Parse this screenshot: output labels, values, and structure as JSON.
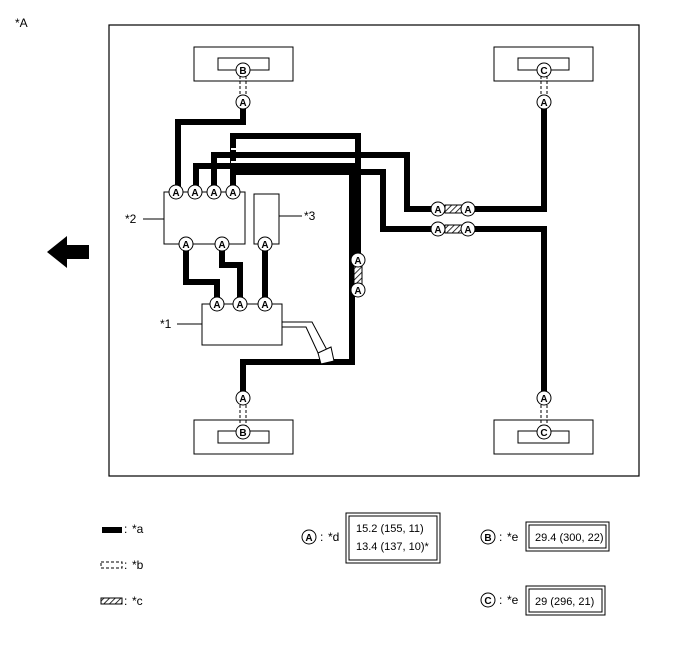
{
  "figure_label": "*A",
  "callouts": {
    "part_1": "*1",
    "part_2": "*2",
    "part_3": "*3"
  },
  "connector_letters": {
    "a": "A",
    "b": "B",
    "c": "C"
  },
  "legend": {
    "line_a_label": "*a",
    "line_b_label": "*b",
    "line_c_label": "*c",
    "separator": ":"
  },
  "specs": {
    "a_key": "*d",
    "a_line_1": "15.2 (155, 11)",
    "a_line_2": "13.4 (137, 10)*",
    "b_key": "*e",
    "b_value": "29.4 (300, 22)",
    "c_key": "*e",
    "c_value": "29 (296, 21)"
  },
  "icons": {
    "direction_arrow": "left-arrow-icon"
  }
}
